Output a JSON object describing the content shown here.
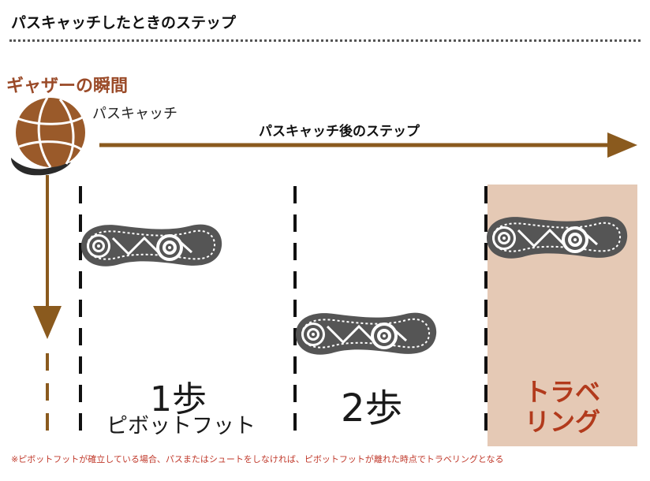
{
  "header": {
    "title": "パスキャッチしたときのステップ"
  },
  "labels": {
    "gather_moment": "ギャザーの瞬間",
    "pass_catch": "パスキャッチ",
    "after_step": "パスキャッチ後のステップ",
    "step1": "1歩",
    "pivot_foot": "ピボットフット",
    "step2": "2歩",
    "traveling_line1": "トラベ",
    "traveling_line2": "リング"
  },
  "footnote": "※ピボットフットが確立している場合、パスまたはシュートをしなければ、ピボットフットが離れた時点でトラベリングとなる",
  "colors": {
    "arrow_brown": "#8a5a1e",
    "traveling_bg": "#e5c9b5",
    "traveling_text": "#b23a1c",
    "title_red": "#9a4a28",
    "shoe_gray": "#555555",
    "ball": "#9a5a2a"
  },
  "icons": {
    "ball": "basketball-in-hand-icon",
    "shoe": "shoe-sole-icon"
  }
}
